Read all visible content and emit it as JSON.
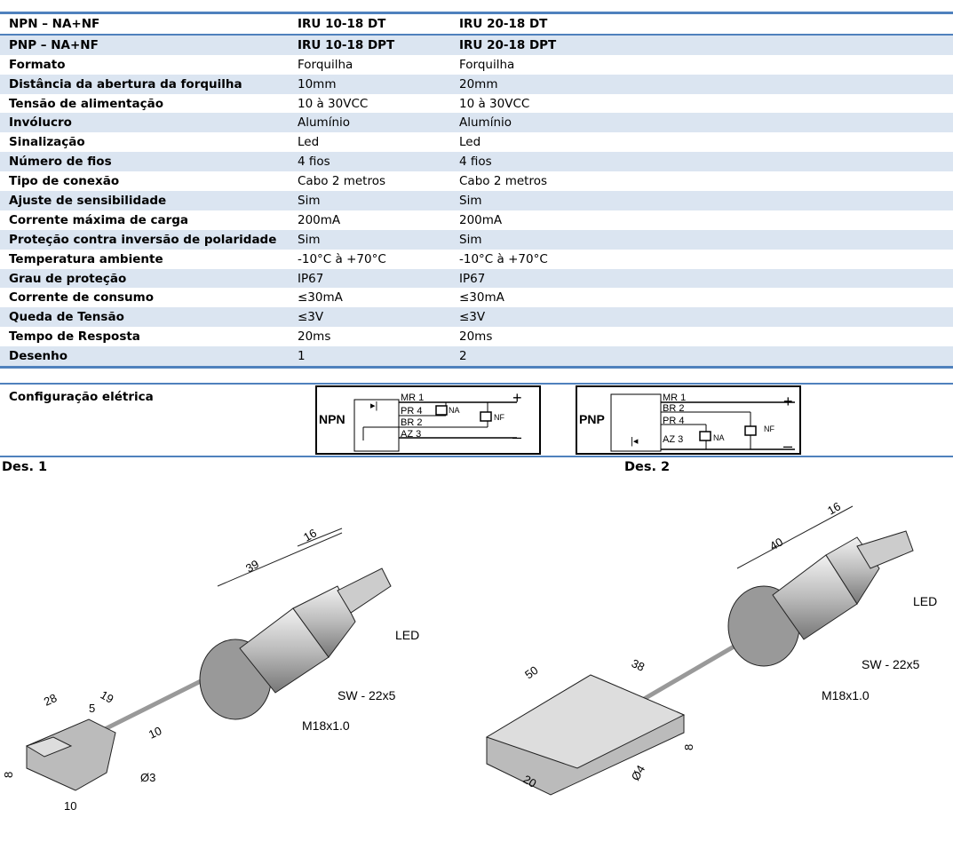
{
  "table": {
    "rows": [
      [
        "NPN – NA+NF",
        "IRU 10-18 DT",
        "IRU 20-18 DT"
      ],
      [
        "PNP – NA+NF",
        "IRU 10-18 DPT",
        "IRU 20-18 DPT"
      ],
      [
        "Formato",
        "Forquilha",
        "Forquilha"
      ],
      [
        "Distância da abertura da forquilha",
        "10mm",
        "20mm"
      ],
      [
        "Tensão de alimentação",
        "10 à 30VCC",
        "10 à 30VCC"
      ],
      [
        "Invólucro",
        "Alumínio",
        "Alumínio"
      ],
      [
        "Sinalização",
        "Led",
        "Led"
      ],
      [
        "Número de fios",
        "4 fios",
        "4 fios"
      ],
      [
        "Tipo de conexão",
        "Cabo 2 metros",
        "Cabo 2 metros"
      ],
      [
        "Ajuste de sensibilidade",
        "Sim",
        "Sim"
      ],
      [
        "Corrente máxima de carga",
        "200mA",
        "200mA"
      ],
      [
        "Proteção contra inversão de polaridade",
        "Sim",
        "Sim"
      ],
      [
        "Temperatura ambiente",
        "-10°C à +70°C",
        "-10°C à +70°C"
      ],
      [
        "Grau de proteção",
        "IP67",
        "IP67"
      ],
      [
        "Corrente de consumo",
        "≤30mA",
        "≤30mA"
      ],
      [
        "Queda de Tensão",
        "≤3V",
        "≤3V"
      ],
      [
        "Tempo de Resposta",
        "20ms",
        "20ms"
      ],
      [
        "Desenho",
        "1",
        "2"
      ]
    ]
  },
  "electrical": {
    "label": "Configuração elétrica",
    "npn": {
      "type": "NPN",
      "wires": [
        "MR 1",
        "PR 4",
        "BR 2",
        "AZ 3"
      ],
      "na": "NA",
      "nf": "NF",
      "plus": "+",
      "minus": "–"
    },
    "pnp": {
      "type": "PNP",
      "wires": [
        "MR 1",
        "BR 2",
        "PR 4",
        "AZ 3"
      ],
      "na": "NA",
      "nf": "NF",
      "plus": "+",
      "minus": "–"
    }
  },
  "drawings": {
    "d1": {
      "title": "Des. 1",
      "dims": [
        "39",
        "16",
        "28",
        "19",
        "5",
        "10",
        "8",
        "10",
        "Ø3"
      ],
      "labels": [
        "LED",
        "SW - 22x5",
        "M18x1.0"
      ]
    },
    "d2": {
      "title": "Des. 2",
      "dims": [
        "40",
        "16",
        "50",
        "38",
        "8",
        "20",
        "Ø4"
      ],
      "labels": [
        "LED",
        "SW - 22x5",
        "M18x1.0"
      ]
    }
  }
}
